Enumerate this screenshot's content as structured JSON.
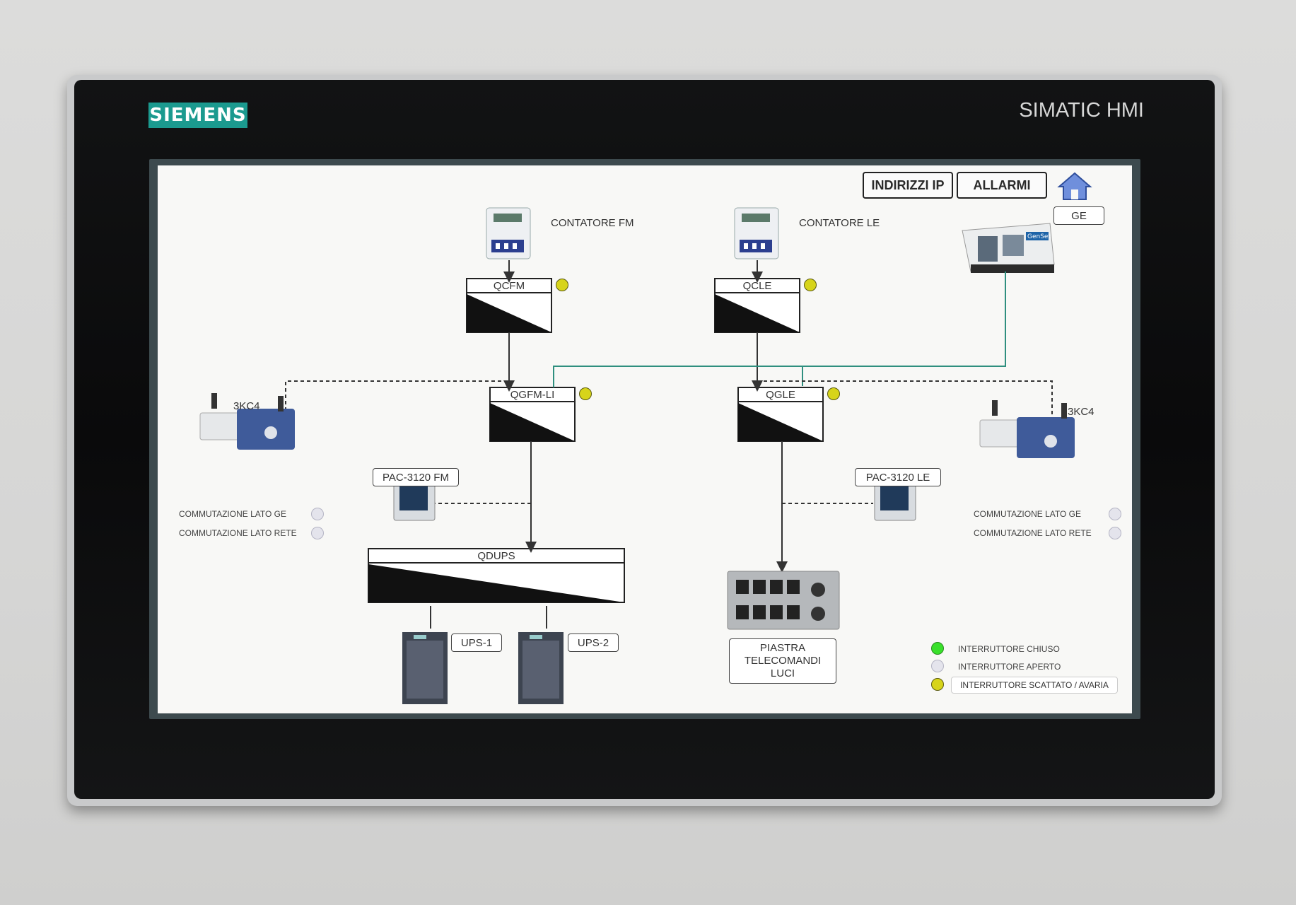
{
  "device": {
    "brand": "SIEMENS",
    "model": "SIMATIC HMI"
  },
  "toolbar": {
    "ip_button": "INDIRIZZI IP",
    "alarm_button": "ALLARMI"
  },
  "meters": {
    "fm": "CONTATORE FM",
    "le": "CONTATORE LE"
  },
  "generator": {
    "label": "GE",
    "badge": "GenSet"
  },
  "panels": {
    "qcfm": "QCFM",
    "qcle": "QCLE",
    "qgfm": "QGFM-LI",
    "qgle": "QGLE",
    "qdups": "QDUPS"
  },
  "analyzers": {
    "fm": "PAC-3120 FM",
    "le": "PAC-3120 LE"
  },
  "ups": {
    "u1": "UPS-1",
    "u2": "UPS-2"
  },
  "switch_left": {
    "title": "3KC4",
    "ge": "COMMUTAZIONE LATO GE",
    "rete": "COMMUTAZIONE LATO RETE"
  },
  "switch_right": {
    "title": "3KC4",
    "ge": "COMMUTAZIONE LATO GE",
    "rete": "COMMUTAZIONE LATO RETE"
  },
  "remote_plate": {
    "line1": "PIASTRA",
    "line2": "TELECOMANDI",
    "line3": "LUCI"
  },
  "legend": {
    "closed": "INTERRUTTORE CHIUSO",
    "open": "INTERRUTTORE APERTO",
    "tripped": "INTERRUTTORE SCATTATO / AVARIA"
  },
  "colors": {
    "closed": "#39e02b",
    "open": "#e4e4ec",
    "tripped": "#d7d41a",
    "bus": "#2f8f7f",
    "brand": "#1b9a8f"
  }
}
